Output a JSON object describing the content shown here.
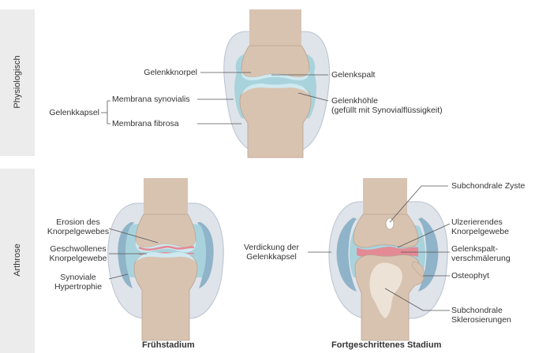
{
  "sections": {
    "top": "Physiologisch",
    "bottom": "Arthrose"
  },
  "top_labels": {
    "gelenkknorpel": "Gelenkknorpel",
    "gelenkspalt": "Gelenkspalt",
    "gelenkkapsel": "Gelenkkapsel",
    "membrana_synovialis": "Membrana synovialis",
    "membrana_fibrosa": "Membrana fibrosa",
    "gelenkhoehle": "Gelenkhöhle",
    "gelenkhoehle_note": "(gefüllt mit Synovialflüssigkeit)"
  },
  "early_labels": {
    "erosion_1": "Erosion des",
    "erosion_2": "Knorpelgewebes",
    "swollen_1": "Geschwollenes",
    "swollen_2": "Knorpelgewebe",
    "synovial_1": "Synoviale",
    "synovial_2": "Hypertrophie",
    "caption": "Frühstadium"
  },
  "advanced_labels": {
    "capsule_1": "Verdickung der",
    "capsule_2": "Gelenkkapsel",
    "cyst": "Subchondrale Zyste",
    "ulcer_1": "Ulzerierendes",
    "ulcer_2": "Knorpelgewebe",
    "narrow_1": "Gelenkspalt-",
    "narrow_2": "verschmälerung",
    "osteophyte": "Osteophyt",
    "sclerosis_1": "Subchondrale",
    "sclerosis_2": "Sklerosierungen",
    "caption": "Fortgeschrittenes Stadium"
  },
  "colors": {
    "band": "#ececec",
    "bone": "#d8c3b1",
    "bone_outline": "#b9a391",
    "capsule": "#dfe3ea",
    "cavity": "#a9d3dc",
    "cartilage": "#cfe9f1",
    "synovial": "#8fb3c8",
    "inflammation": "#e48a95"
  }
}
